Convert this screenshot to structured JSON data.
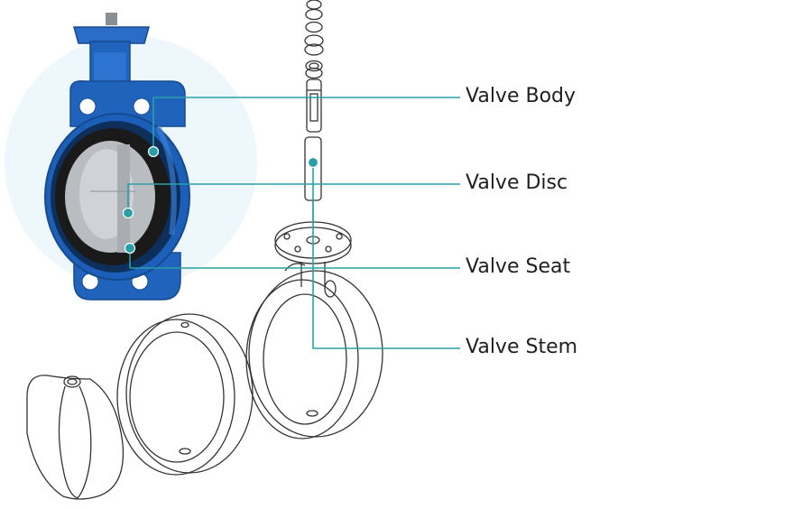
{
  "diagram": {
    "callouts": [
      {
        "id": "body",
        "label": "Valve Body"
      },
      {
        "id": "disc",
        "label": "Valve Disc"
      },
      {
        "id": "seat",
        "label": "Valve Seat"
      },
      {
        "id": "stem",
        "label": "Valve Stem"
      }
    ]
  },
  "colors": {
    "leader": "#2aa0a6",
    "valve_blue": "#1c5fb8",
    "halo": "#eef7fb",
    "line_art": "#333333",
    "label_text": "#1f1f1f"
  }
}
